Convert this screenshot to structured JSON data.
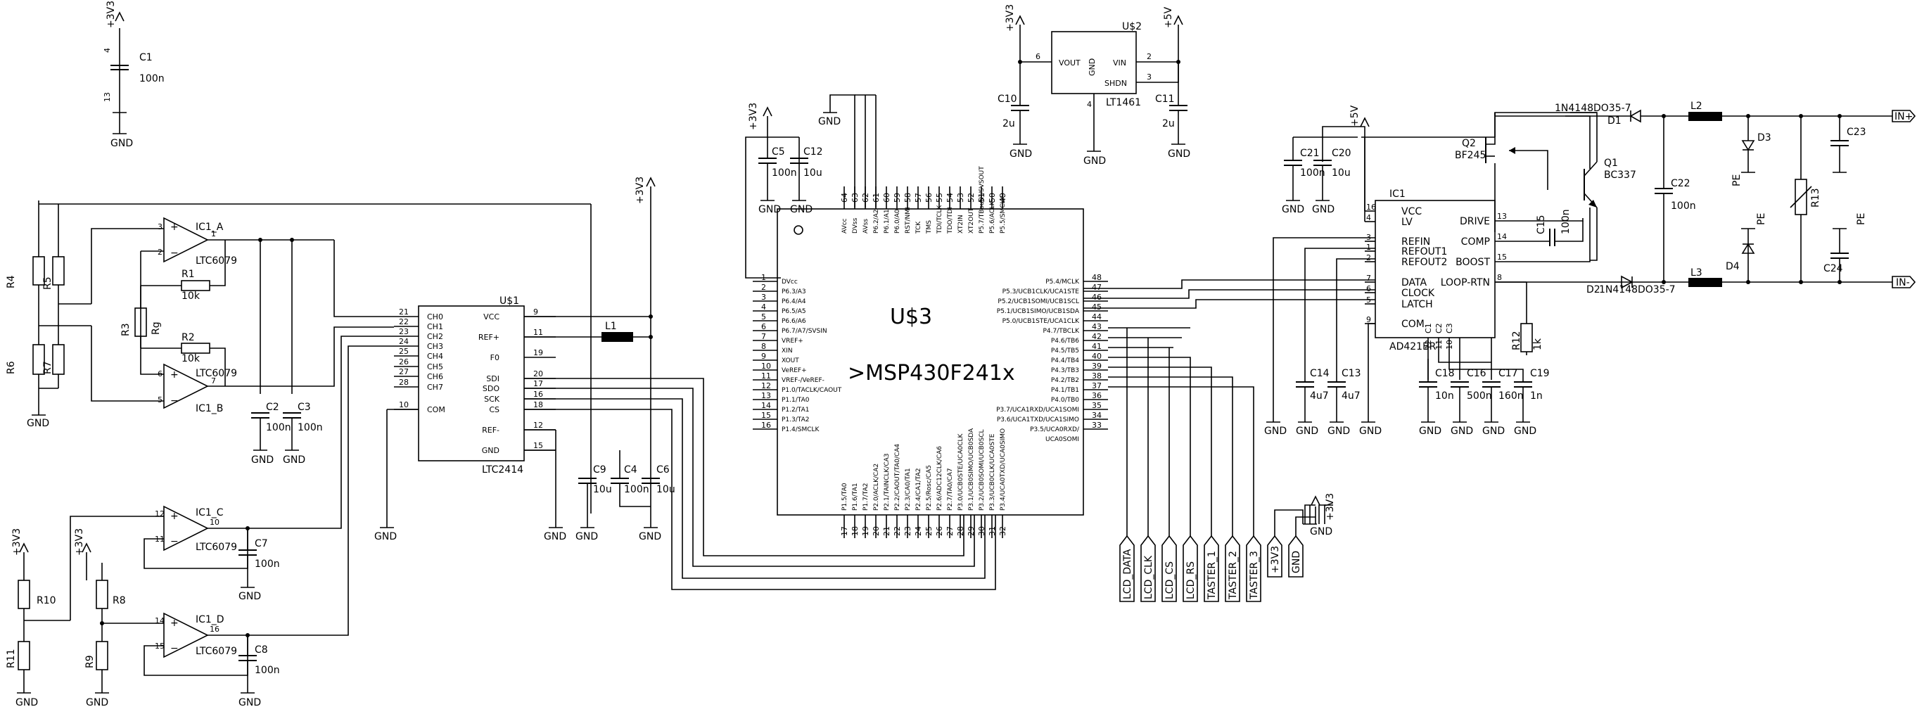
{
  "labels": {
    "c1": "C1",
    "c1v": "100n",
    "c2": "C2",
    "c2v": "100n",
    "c3": "C3",
    "c3v": "100n",
    "c4": "C4",
    "c4v": "100n",
    "c5": "C5",
    "c5v": "100n",
    "c6": "C6",
    "c6v": "10u",
    "c7": "C7",
    "c7v": "100n",
    "c8": "C8",
    "c8v": "100n",
    "c9": "C9",
    "c9v": "10u",
    "c10": "C10",
    "c10v": "2u",
    "c11": "C11",
    "c11v": "2u",
    "c12": "C12",
    "c12v": "10u",
    "c13": "C13",
    "c13v": "4u7",
    "c14": "C14",
    "c14v": "4u7",
    "c15": "C15",
    "c15v": "100n",
    "c16": "C16",
    "c16v": "500n",
    "c17": "C17",
    "c17v": "160n",
    "c18": "C18",
    "c18v": "10n",
    "c19": "C19",
    "c19v": "1n",
    "c20": "C20",
    "c20v": "10u",
    "c21": "C21",
    "c21v": "100n",
    "c22": "C22",
    "c22v": "100n",
    "c23": "C23",
    "c24": "C24",
    "r1": "R1",
    "r1v": "10k",
    "r2": "R2",
    "r2v": "10k",
    "r3": "R3",
    "rg": "Rg",
    "r4": "R4",
    "r5": "R5",
    "r6": "R6",
    "r7": "R7",
    "r8": "R8",
    "r9": "R9",
    "r10": "R10",
    "r11": "R11",
    "r12": "R12",
    "r12v": "1k",
    "r13": "R13",
    "l1": "L1",
    "l2": "L2",
    "l3": "L3",
    "ica": "IC1_A",
    "icb": "IC1_B",
    "icc": "IC1_C",
    "icd": "IC1_D",
    "ltc6079": "LTC6079",
    "u1": "U$1",
    "u1part": "LTC2414",
    "u2": "U$2",
    "u2part": "LT1461",
    "u3": "U$3",
    "mcu": ">MSP430F241x",
    "ic1": "IC1",
    "ad421": "AD421BR",
    "q1": "Q1",
    "q1part": "BC337",
    "q2": "Q2",
    "q2part": "BF245",
    "d1": "D1",
    "d2": "D2",
    "d3": "D3",
    "d4": "D4",
    "diode": "1N4148DO35-7",
    "gnd": "GND",
    "p3v3": "+3V3",
    "p5v": "+5V",
    "pe": "PE",
    "inp": "IN+",
    "inm": "IN-"
  },
  "ltc2414_pins_left": [
    [
      "21",
      "CH0"
    ],
    [
      "22",
      "CH1"
    ],
    [
      "23",
      "CH2"
    ],
    [
      "24",
      "CH3"
    ],
    [
      "25",
      "CH4"
    ],
    [
      "26",
      "CH5"
    ],
    [
      "27",
      "CH6"
    ],
    [
      "28",
      "CH7"
    ],
    [
      "10",
      "COM"
    ]
  ],
  "ltc2414_pins_right": [
    [
      "9",
      "VCC"
    ],
    [
      "11",
      "REF+"
    ],
    [
      "19",
      "F0"
    ],
    [
      "20",
      "SDI"
    ],
    [
      "17",
      "SDO"
    ],
    [
      "16",
      "SCK"
    ],
    [
      "18",
      "CS"
    ],
    [
      "12",
      "REF-"
    ],
    [
      "15",
      "GND"
    ]
  ],
  "ad421_pins_left": [
    [
      "16",
      "VCC"
    ],
    [
      "4",
      "LV"
    ],
    [
      "3",
      "REFIN"
    ],
    [
      "1",
      "REFOUT1"
    ],
    [
      "2",
      "REFOUT2"
    ],
    [
      "7",
      "DATA"
    ],
    [
      "6",
      "CLOCK"
    ],
    [
      "5",
      "LATCH"
    ],
    [
      "9",
      "COM"
    ]
  ],
  "ad421_pins_right": [
    [
      "13",
      "DRIVE"
    ],
    [
      "14",
      "COMP"
    ],
    [
      "15",
      "BOOST"
    ],
    [
      "8",
      "LOOP-RTN"
    ]
  ],
  "ad421_pins_bottom": [
    [
      "C1",
      "12"
    ],
    [
      "C2",
      "11"
    ],
    [
      "C3",
      "10"
    ]
  ],
  "lt1461_pins": [
    "6",
    "VOUT",
    "GND",
    "4",
    "VIN",
    "2",
    "SHDN",
    "3"
  ],
  "mcu_left": [
    [
      "1",
      "DVcc"
    ],
    [
      "2",
      "P6.3/A3"
    ],
    [
      "3",
      "P6.4/A4"
    ],
    [
      "4",
      "P6.5/A5"
    ],
    [
      "5",
      "P6.6/A6"
    ],
    [
      "6",
      "P6.7/A7/SVSIN"
    ],
    [
      "7",
      "VREF+"
    ],
    [
      "8",
      "XIN"
    ],
    [
      "9",
      "XOUT"
    ],
    [
      "10",
      "VeREF+"
    ],
    [
      "11",
      "VREF-/VeREF-"
    ],
    [
      "12",
      "P1.0/TACLK/CAOUT"
    ],
    [
      "13",
      "P1.1/TA0"
    ],
    [
      "14",
      "P1.2/TA1"
    ],
    [
      "15",
      "P1.3/TA2"
    ],
    [
      "16",
      "P1.4/SMCLK"
    ]
  ],
  "mcu_right": [
    [
      "48",
      "P5.4/MCLK"
    ],
    [
      "47",
      "P5.3/UCB1CLK/UCA1STE"
    ],
    [
      "46",
      "P5.2/UCB1SOMI/UCB1SCL"
    ],
    [
      "45",
      "P5.1/UCB1SIMO/UCB1SDA"
    ],
    [
      "44",
      "P5.0/UCB1STE/UCA1CLK"
    ],
    [
      "43",
      "P4.7/TBCLK"
    ],
    [
      "42",
      "P4.6/TB6"
    ],
    [
      "41",
      "P4.5/TB5"
    ],
    [
      "40",
      "P4.4/TB4"
    ],
    [
      "39",
      "P4.3/TB3"
    ],
    [
      "38",
      "P4.2/TB2"
    ],
    [
      "37",
      "P4.1/TB1"
    ],
    [
      "36",
      "P4.0/TB0"
    ],
    [
      "35",
      "P3.7/UCA1RXD/UCA1SOMI"
    ],
    [
      "34",
      "P3.6/UCA1TXD/UCA1SIMO"
    ],
    [
      "33",
      "P3.5/UCA0RXD/"
    ],
    [
      "",
      "UCA0SOMI"
    ]
  ],
  "mcu_top": [
    [
      "64",
      "AVcc"
    ],
    [
      "63",
      "DVss"
    ],
    [
      "62",
      "AVss"
    ],
    [
      "61",
      "P6.2/A2"
    ],
    [
      "60",
      "P6.1/A1"
    ],
    [
      "59",
      "P6.0/A0"
    ],
    [
      "58",
      "RST/NMI"
    ],
    [
      "57",
      "TCK"
    ],
    [
      "56",
      "TMS"
    ],
    [
      "55",
      "TDI/TCLK"
    ],
    [
      "54",
      "TDO/TDI"
    ],
    [
      "53",
      "XT2IN"
    ],
    [
      "52",
      "XT2OUT"
    ],
    [
      "51",
      "P5.7/TBoutH/SVSOUT"
    ],
    [
      "50",
      "P5.6/ACLK"
    ],
    [
      "49",
      "P5.5/SMCLK"
    ]
  ],
  "mcu_bottom": [
    [
      "17",
      "P1.5/TA0"
    ],
    [
      "18",
      "P1.6/TA1"
    ],
    [
      "19",
      "P1.7/TA2"
    ],
    [
      "20",
      "P2.0/ACLK/CA2"
    ],
    [
      "21",
      "P2.1/TAINCLK/CA3"
    ],
    [
      "22",
      "P2.2/CAOUT/TA0/CA4"
    ],
    [
      "23",
      "P2.3/CA0/TA1"
    ],
    [
      "24",
      "P2.4/CA1/TA2"
    ],
    [
      "25",
      "P2.5/Rosc/CA5"
    ],
    [
      "26",
      "P2.6/ADC12CLK/CA6"
    ],
    [
      "27",
      "P2.7/TA0/CA7"
    ],
    [
      "28",
      "P3.0/UCB0STE/UCA0CLK"
    ],
    [
      "29",
      "P3.1/UCB0SIMO/UCB0SDA"
    ],
    [
      "30",
      "P3.2/UCB0SOMI/UCB0SCL"
    ],
    [
      "31",
      "P3.3/UCB0CLK/UCA0STE"
    ],
    [
      "32",
      "P3.4/UCA0TXD/UCA0SIMO"
    ]
  ],
  "connectors": [
    "LCD_DATA",
    "LCD_CLK",
    "LCD_CS",
    "LCD_RS",
    "TASTER_1",
    "TASTER_2",
    "TASTER_3",
    "+3V3",
    "GND"
  ],
  "connector_header": [
    "+3V3",
    "GND"
  ]
}
